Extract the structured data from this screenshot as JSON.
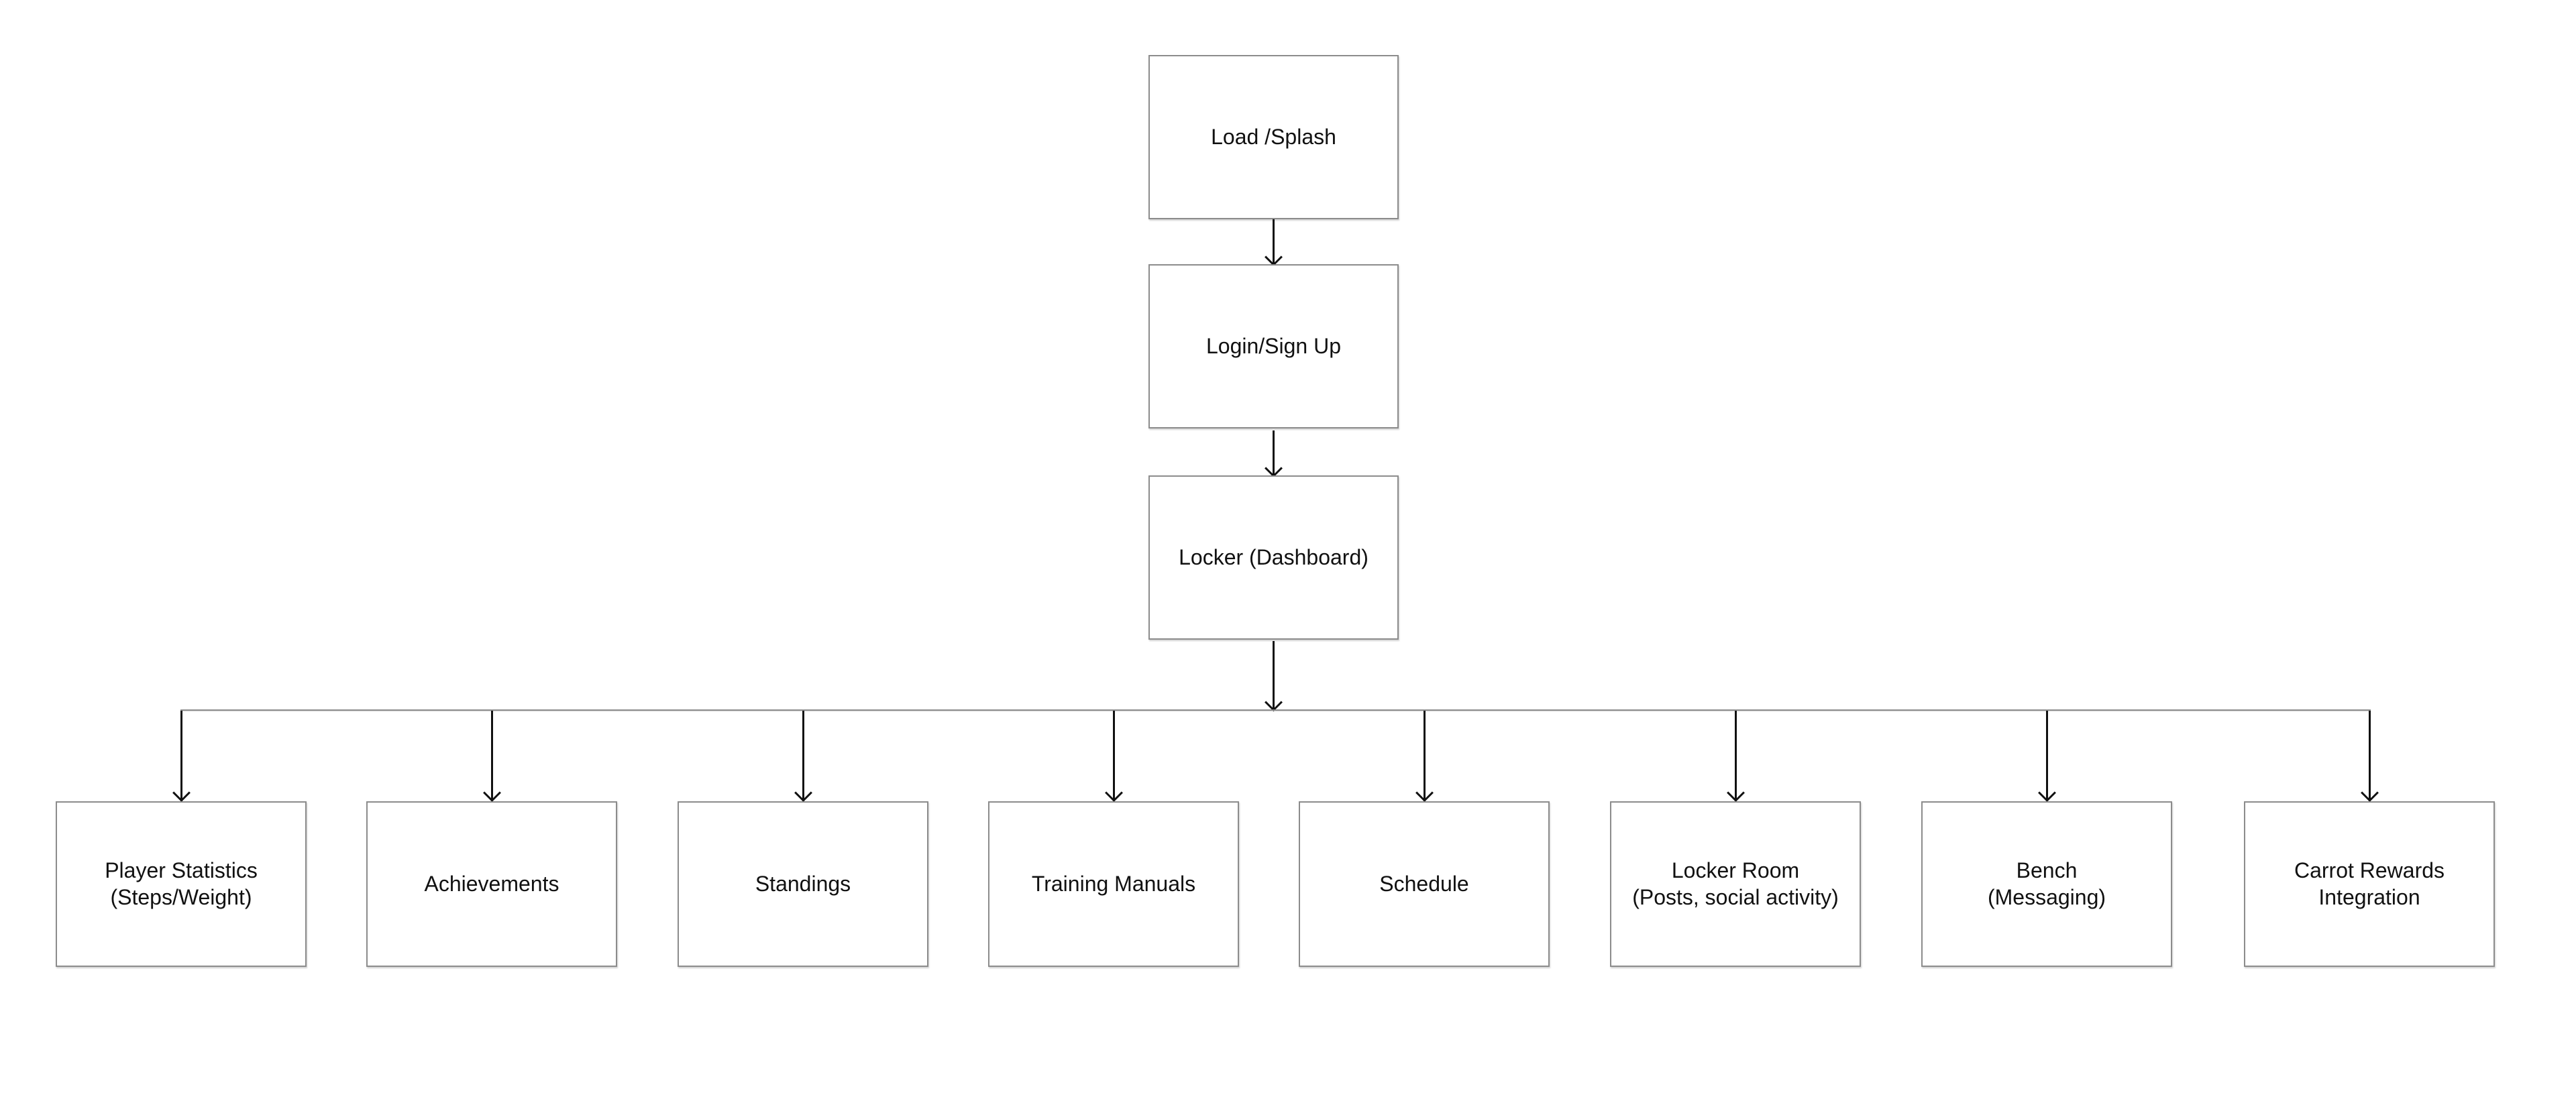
{
  "diagram": {
    "type": "app-flowchart",
    "colors": {
      "background": "#ffffff",
      "node_fill": "#ffffff",
      "node_border": "#8c8c8c",
      "bus_line": "#8c8c8c",
      "arrow": "#111111",
      "text": "#111111"
    },
    "main_flow": [
      {
        "id": "load-splash",
        "label": "Load /Splash"
      },
      {
        "id": "login-signup",
        "label": "Login/Sign Up"
      },
      {
        "id": "locker-dashboard",
        "label": "Locker (Dashboard)"
      }
    ],
    "branches": [
      {
        "id": "player-statistics",
        "label": "Player Statistics\n(Steps/Weight)"
      },
      {
        "id": "achievements",
        "label": "Achievements"
      },
      {
        "id": "standings",
        "label": "Standings"
      },
      {
        "id": "training-manuals",
        "label": "Training Manuals"
      },
      {
        "id": "schedule",
        "label": "Schedule"
      },
      {
        "id": "locker-room",
        "label": "Locker Room\n(Posts, social activity)"
      },
      {
        "id": "bench",
        "label": "Bench\n(Messaging)"
      },
      {
        "id": "carrot-rewards",
        "label": "Carrot Rewards\nIntegration"
      }
    ],
    "edges": [
      {
        "from": "load-splash",
        "to": "login-signup"
      },
      {
        "from": "login-signup",
        "to": "locker-dashboard"
      },
      {
        "from": "locker-dashboard",
        "to": "player-statistics"
      },
      {
        "from": "locker-dashboard",
        "to": "achievements"
      },
      {
        "from": "locker-dashboard",
        "to": "standings"
      },
      {
        "from": "locker-dashboard",
        "to": "training-manuals"
      },
      {
        "from": "locker-dashboard",
        "to": "schedule"
      },
      {
        "from": "locker-dashboard",
        "to": "locker-room"
      },
      {
        "from": "locker-dashboard",
        "to": "bench"
      },
      {
        "from": "locker-dashboard",
        "to": "carrot-rewards"
      }
    ]
  }
}
